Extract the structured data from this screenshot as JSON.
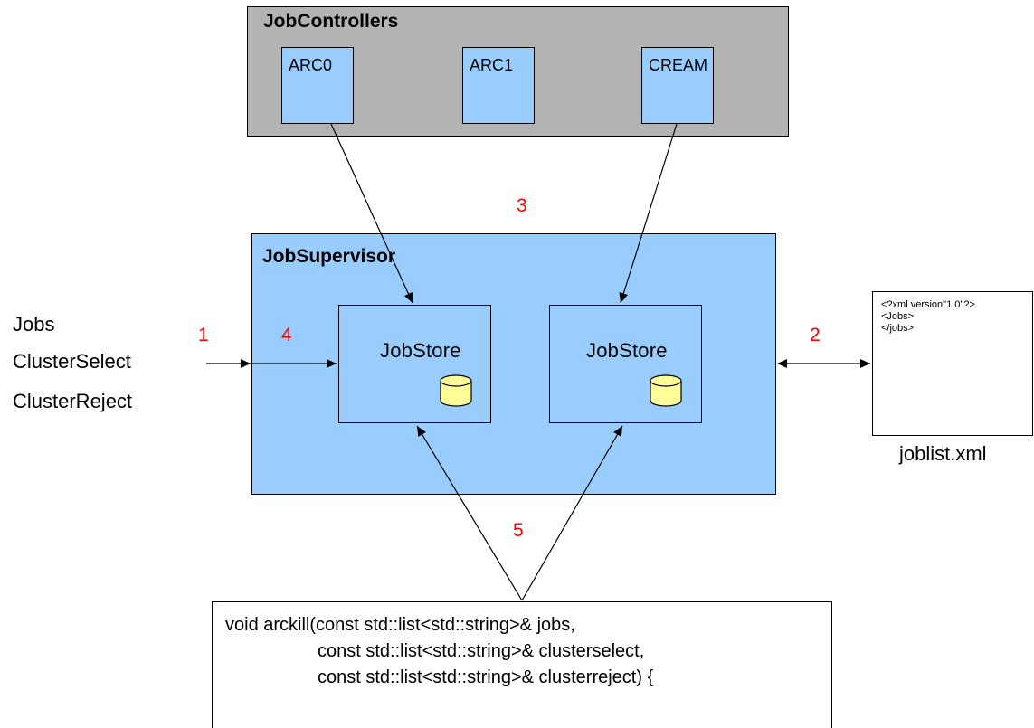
{
  "job_controllers": {
    "title": "JobControllers",
    "items": [
      "ARC0",
      "ARC1",
      "CREAM"
    ]
  },
  "job_supervisor": {
    "title": "JobSupervisor",
    "stores": [
      "JobStore",
      "JobStore"
    ]
  },
  "inputs": [
    "Jobs",
    "ClusterSelect",
    "ClusterReject"
  ],
  "step_numbers": [
    "1",
    "2",
    "3",
    "4",
    "5"
  ],
  "xml_file": {
    "lines": [
      "<?xml version\"1.0\"?>",
      "<Jobs>",
      "</jobs>"
    ],
    "caption": "joblist.xml"
  },
  "code": {
    "lines": [
      "void arckill(const std::list<std::string>& jobs,",
      "const std::list<std::string>& clusterselect,",
      "const std::list<std::string>& clusterreject) {"
    ]
  },
  "colors": {
    "controllers_bg": "#b3b3b3",
    "box_blue": "#99ccff",
    "database_yellow": "#ffff99",
    "step_number": "#ff0000"
  }
}
